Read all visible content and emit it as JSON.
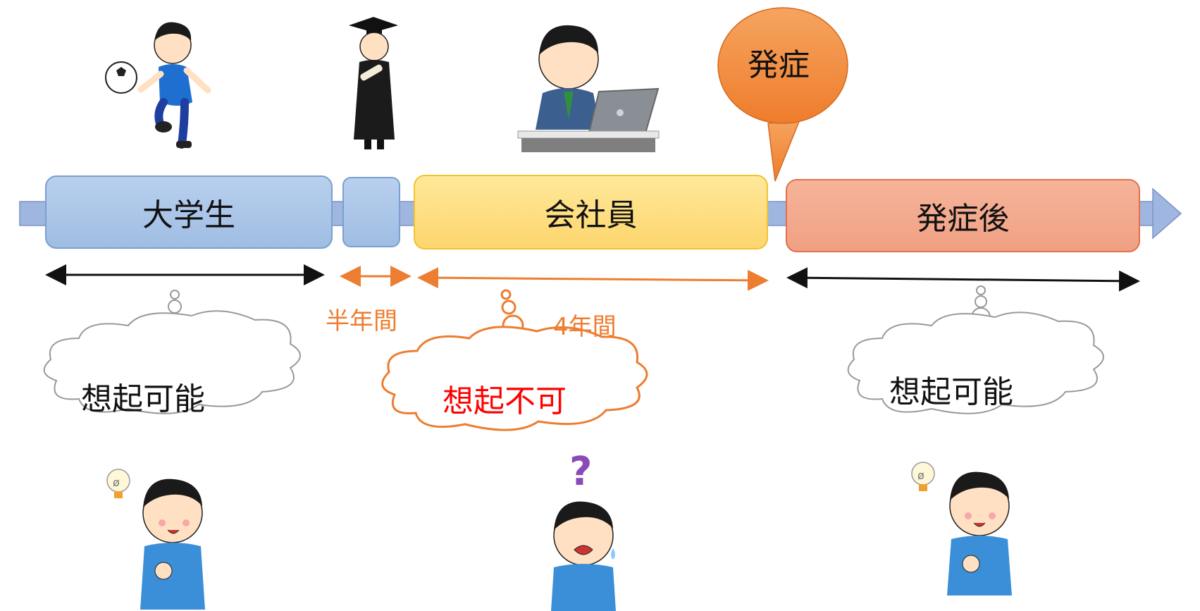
{
  "phases": {
    "university": "大学生",
    "employee": "会社員",
    "after_onset": "発症後"
  },
  "onset_bubble": "発症",
  "durations": {
    "half_year": "半年間",
    "four_years": "4年間"
  },
  "thoughts": {
    "university": "想起可能",
    "employee": "想起不可",
    "after_onset": "想起可能"
  },
  "colors": {
    "timeline_blue": "#9fbde3",
    "employee_yellow": "#fdd66d",
    "after_salmon": "#f0a083",
    "accent_orange": "#ed7d31",
    "not_recallable_red": "#ff0000"
  },
  "icons": [
    "soccer-player-icon",
    "graduate-icon",
    "office-worker-icon",
    "lightbulb-icon",
    "question-mark-icon"
  ]
}
